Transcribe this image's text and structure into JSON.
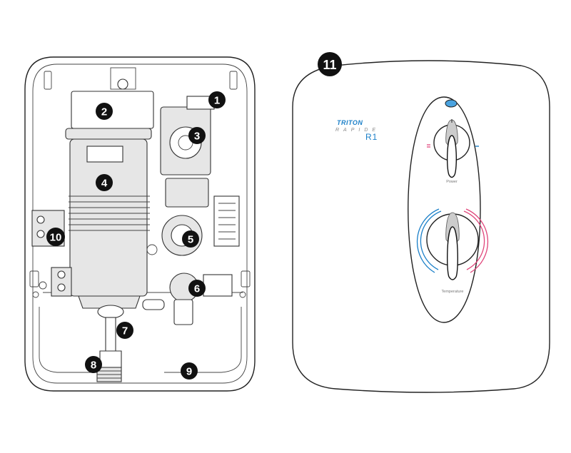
{
  "diagram": {
    "callouts": [
      "1",
      "2",
      "3",
      "4",
      "5",
      "6",
      "7",
      "8",
      "9",
      "10",
      "11"
    ],
    "cover": {
      "brand": "TRITON",
      "model_line": "RAPIDE",
      "model": "R1",
      "power_label": "Power",
      "temperature_label": "Temperature",
      "colors": {
        "brand": "#1a7fc8",
        "hot": "#e0457a",
        "cold": "#1a7fc8"
      }
    }
  }
}
